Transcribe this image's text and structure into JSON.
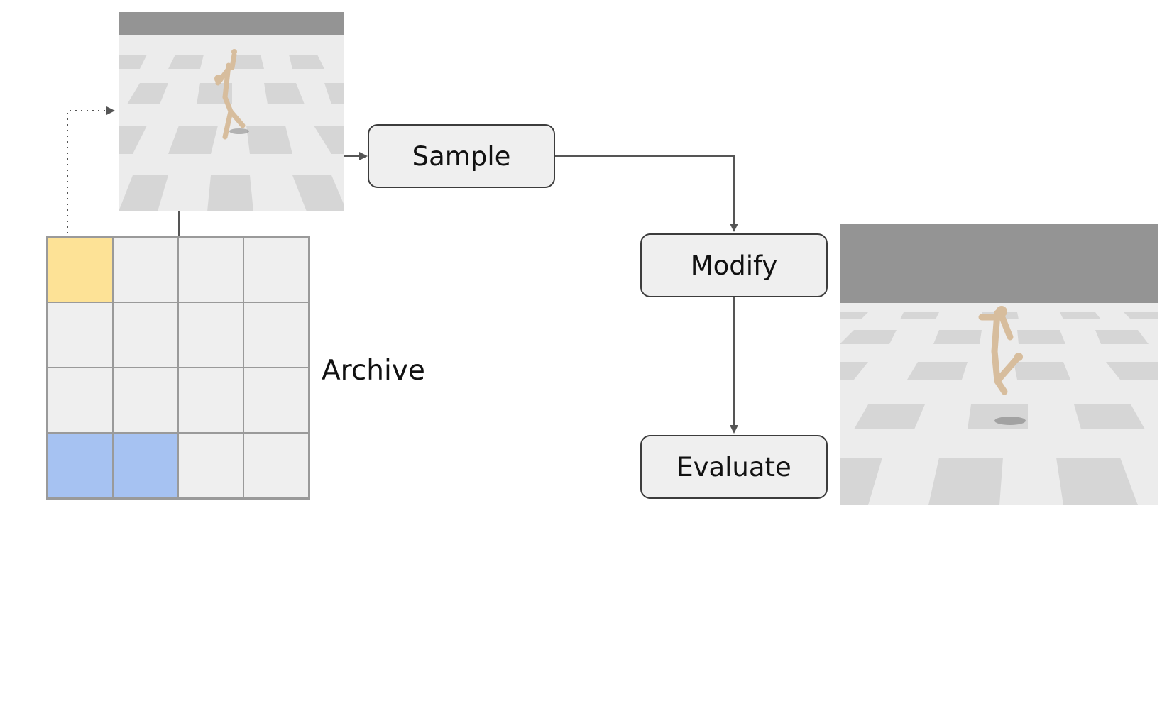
{
  "diagram": {
    "steps": {
      "sample": "Sample",
      "modify": "Modify",
      "evaluate": "Evaluate"
    },
    "archive_label": "Archive",
    "archive_grid": {
      "rows": 4,
      "cols": 4,
      "cells": [
        "highlight-yellow",
        "empty",
        "empty",
        "empty",
        "empty",
        "empty",
        "empty",
        "empty",
        "empty",
        "empty",
        "empty",
        "empty",
        "highlight-blue",
        "highlight-blue",
        "empty",
        "empty"
      ]
    },
    "colors": {
      "cell_empty": "#efefef",
      "cell_yellow": "#fde296",
      "cell_blue": "#a6c2f2",
      "box_fill": "#efefef",
      "arrow": "#555555",
      "sky": "#949494",
      "floor_light": "#ececec",
      "floor_dark": "#d6d6d6",
      "figure": "#d7bd9d"
    }
  }
}
